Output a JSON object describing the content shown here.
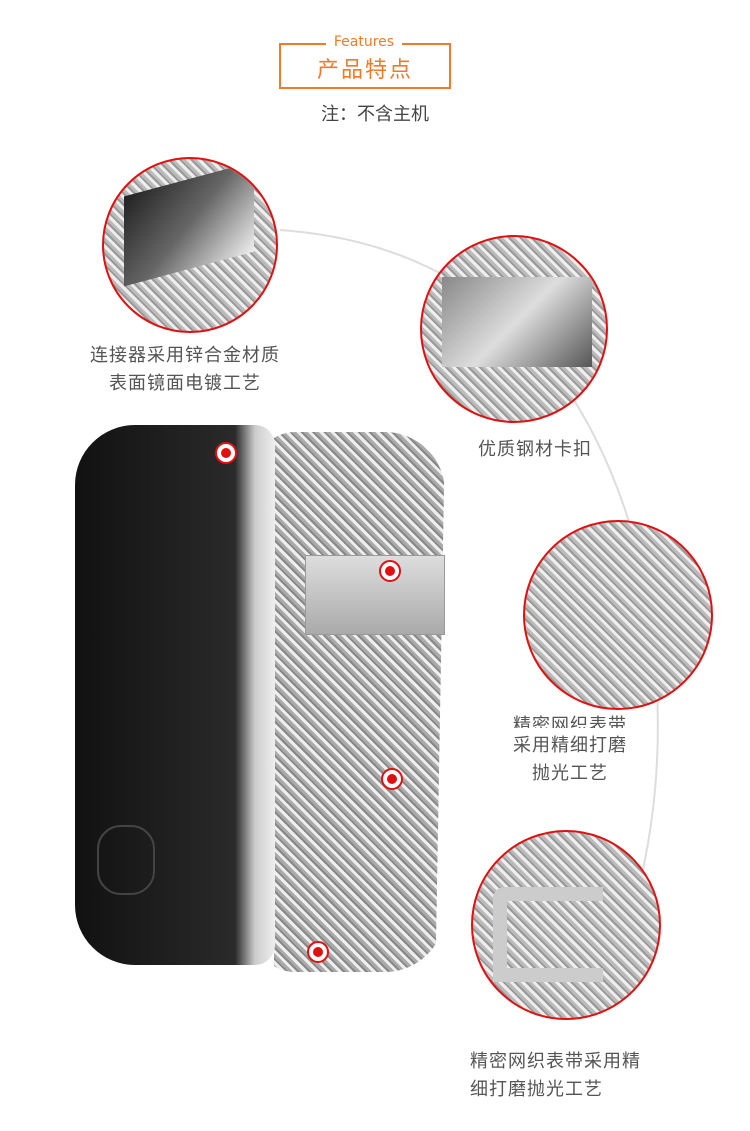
{
  "header": {
    "subtitle": "Features",
    "title": "产品特点",
    "note": "注：不含主机"
  },
  "features": [
    {
      "lines": [
        "连接器采用锌合金材质",
        "表面镜面电镀工艺"
      ]
    },
    {
      "lines": [
        "优质钢材卡扣"
      ]
    },
    {
      "clipped": "精密网织表带",
      "lines": [
        "采用精细打磨",
        "抛光工艺"
      ]
    },
    {
      "lines": [
        "精密网织表带采用精",
        "细打磨抛光工艺"
      ]
    }
  ],
  "colors": {
    "accent": "#f07a2a",
    "marker": "#e01010"
  }
}
